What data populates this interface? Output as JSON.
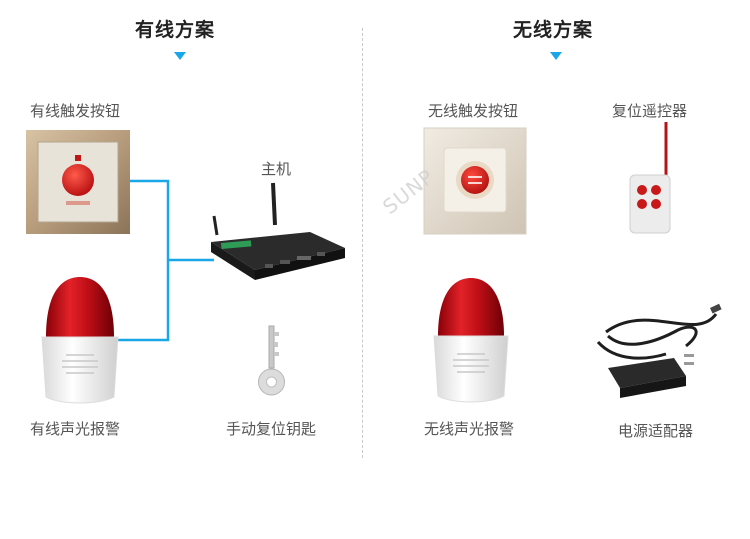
{
  "wired": {
    "title": "有线方案",
    "trigger_button_label": "有线触发按钮",
    "host_label": "主机",
    "siren_label": "有线声光报警",
    "reset_key_label": "手动复位钥匙"
  },
  "wireless": {
    "title": "无线方案",
    "trigger_button_label": "无线触发按钮",
    "remote_label": "复位遥控器",
    "siren_label": "无线声光报警",
    "adapter_label": "电源适配器",
    "watermark": "SUNP"
  },
  "colors": {
    "accent": "#1aa7e8",
    "siren_red": "#c8101a",
    "wire_blue": "#1aa7e8"
  }
}
